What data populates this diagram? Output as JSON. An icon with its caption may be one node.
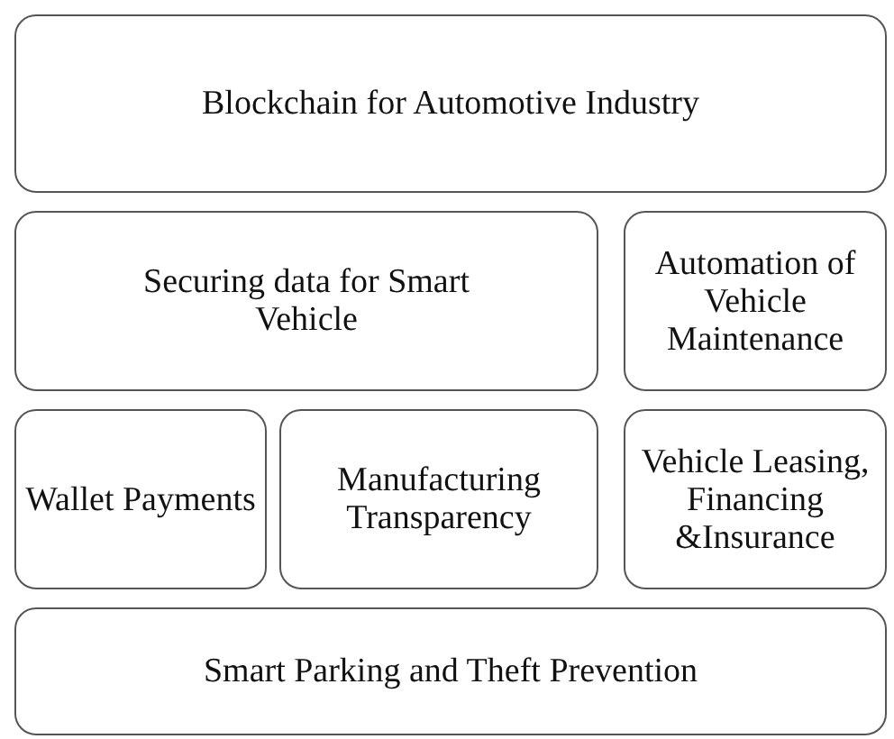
{
  "diagram": {
    "nodes": [
      {
        "text": [
          "Blockchain for Automotive Industry"
        ]
      },
      {
        "text": [
          "Securing data for Smart Vehicle"
        ]
      },
      {
        "text": [
          "Automation of Vehicle Maintenance"
        ]
      },
      {
        "text": [
          "Wallet Payments"
        ]
      },
      {
        "text": [
          "Manufacturing Transparency"
        ]
      },
      {
        "text": [
          "Vehicle Leasing, Financing &Insurance"
        ]
      },
      {
        "text": [
          "Smart Parking and Theft Prevention"
        ]
      }
    ]
  }
}
